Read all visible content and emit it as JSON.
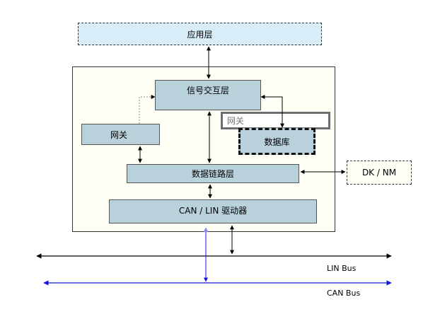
{
  "boxes": {
    "app_layer": "应用层",
    "signal_layer": "信号交互层",
    "gateway": "网关",
    "gateway_frame": "网关",
    "database": "数据库",
    "datalink_layer": "数据链路层",
    "driver_layer": "CAN / LIN 驱动器",
    "dk_nm": "DK / NM"
  },
  "buses": {
    "lin": "LIN Bus",
    "can": "CAN Bus"
  },
  "colors": {
    "app_fill": "#d7eef9",
    "layer_fill": "#b8d1da",
    "container_fill": "#fffff6",
    "lin_line": "#000000",
    "can_line": "#1515d4"
  }
}
